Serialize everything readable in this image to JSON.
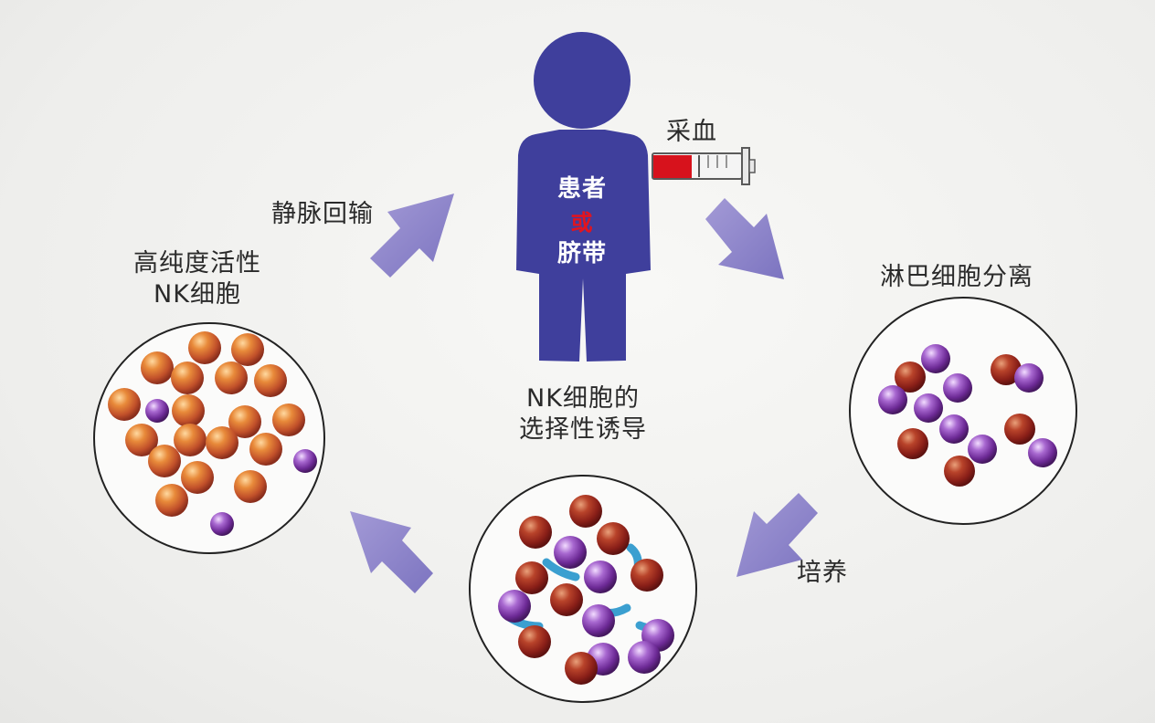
{
  "labels": {
    "blood_draw": "采血",
    "patient": "患者",
    "or": "或",
    "umbilical": "脐带",
    "iv_return": "静脉回输",
    "high_purity_line1": "高纯度活性",
    "high_purity_line2": "NK细胞",
    "lymph_sep": "淋巴细胞分离",
    "selective_line1": "NK细胞的",
    "selective_line2": "选择性诱导",
    "culture": "培养"
  },
  "colors": {
    "figure": "#3f3f9c",
    "arrow": "#8f88cc",
    "blood": "#d7121c",
    "nk_cell": "#d8652a",
    "red_cell": "#9a2a1e",
    "purple_cell": "#7a3aa0",
    "cytokine": "#3b9fd0"
  }
}
